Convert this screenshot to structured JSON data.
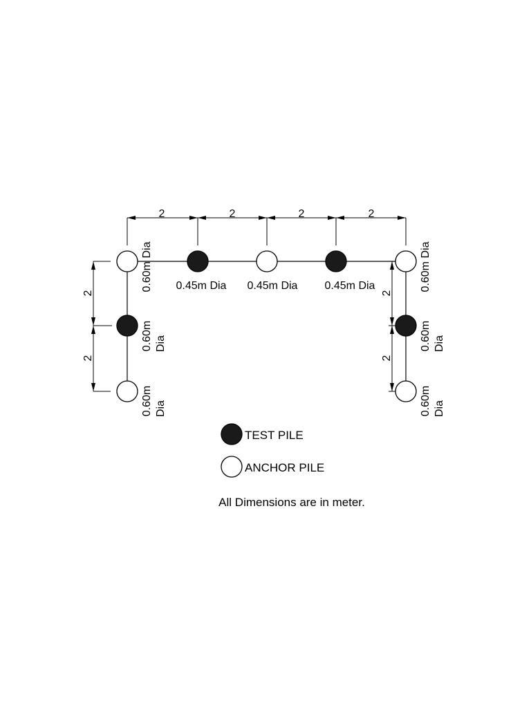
{
  "dimension_value": "2",
  "labels": {
    "dia_060": "0.60m Dia",
    "dia_060_line1": "0.60m",
    "dia_060_line2": "Dia",
    "dia_045": "0.45m Dia"
  },
  "legend": {
    "test_pile": "TEST PILE",
    "anchor_pile": "ANCHOR PILE"
  },
  "note": "All Dimensions are in meter.",
  "colors": {
    "line": "#000000",
    "test_pile_fill": "#1a1a1a",
    "anchor_pile_fill": "#ffffff"
  },
  "piles": [
    {
      "name": "pile-top-left",
      "type": "anchor"
    },
    {
      "name": "pile-top-2",
      "type": "test"
    },
    {
      "name": "pile-top-3",
      "type": "anchor"
    },
    {
      "name": "pile-top-4",
      "type": "test"
    },
    {
      "name": "pile-top-right",
      "type": "anchor"
    },
    {
      "name": "pile-left-middle",
      "type": "test"
    },
    {
      "name": "pile-left-bottom",
      "type": "anchor"
    },
    {
      "name": "pile-right-middle",
      "type": "test"
    },
    {
      "name": "pile-right-bottom",
      "type": "anchor"
    }
  ]
}
